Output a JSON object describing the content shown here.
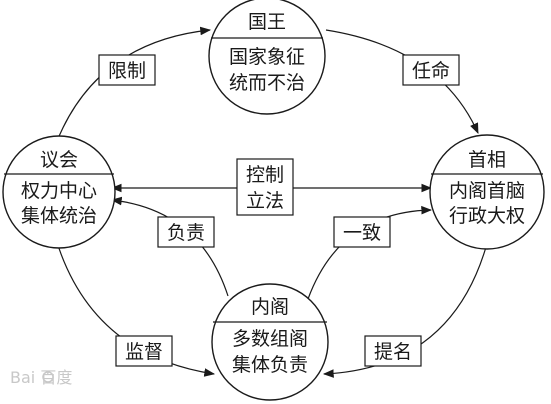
{
  "nodes": {
    "monarch": {
      "title": "国王",
      "line1": "国家象征",
      "line2": "统而不治"
    },
    "parliament": {
      "title": "议会",
      "line1": "权力中心",
      "line2": "集体统治"
    },
    "prime_minister": {
      "title": "首相",
      "line1": "内阁首脑",
      "line2": "行政大权"
    },
    "cabinet": {
      "title": "内阁",
      "line1": "多数组阁",
      "line2": "集体负责"
    }
  },
  "edges": {
    "restrict": "限制",
    "appoint": "任命",
    "control": {
      "line1": "控制",
      "line2": "立法"
    },
    "responsible": "负责",
    "consistent": "一致",
    "supervise": "监督",
    "nominate": "提名"
  },
  "watermark": {
    "text": "Bai 百度"
  },
  "colors": {
    "stroke": "#1a1a1a",
    "background": "#ffffff",
    "watermark": "#c8c8c8"
  }
}
